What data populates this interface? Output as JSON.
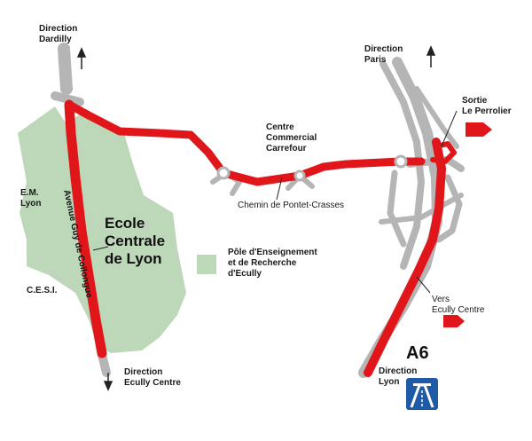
{
  "labels": {
    "direction_dardilly": "Direction\nDardilly",
    "direction_paris": "Direction\nParis",
    "sortie": "Sortie\nLe Perrolier",
    "centre_commercial": "Centre\nCommercial\nCarrefour",
    "chemin": "Chemin de Pontet-Crasses",
    "em_lyon": "E.M.\nLyon",
    "ecole": "Ecole\nCentrale\nde Lyon",
    "pole": "Pôle d'Enseignement\net de Recherche\nd'Ecully",
    "cesi": "C.E.S.I.",
    "avenue": "Avenue Guy de Collongue",
    "vers_ecully": "Vers\nEcully Centre",
    "a6": "A6",
    "direction_lyon": "Direction\nLyon",
    "direction_ecully": "Direction\nEcully Centre"
  },
  "colors": {
    "road_red": "#e0161b",
    "road_grey": "#b5b5b5",
    "campus_green": "#bdd7b9",
    "sign_blue": "#1f5aa6"
  },
  "icons": {
    "motorway": "motorway-sign-icon",
    "north_arrow_left": "arrow-up-icon",
    "north_arrow_right": "arrow-up-icon",
    "south_arrow": "arrow-down-icon"
  }
}
